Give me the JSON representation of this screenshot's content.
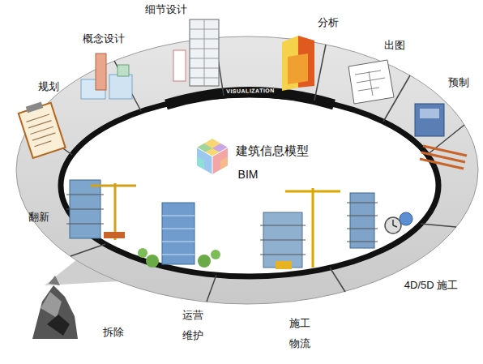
{
  "diagram": {
    "labels": [
      "规划",
      "概念设计",
      "细节设计",
      "分析",
      "出图",
      "预制",
      "4D/5D 施工",
      "施工 物流",
      "运营 维护",
      "拆除",
      "翻新",
      "建筑信息模型",
      "BIM",
      "VISUALIZATION"
    ]
  }
}
